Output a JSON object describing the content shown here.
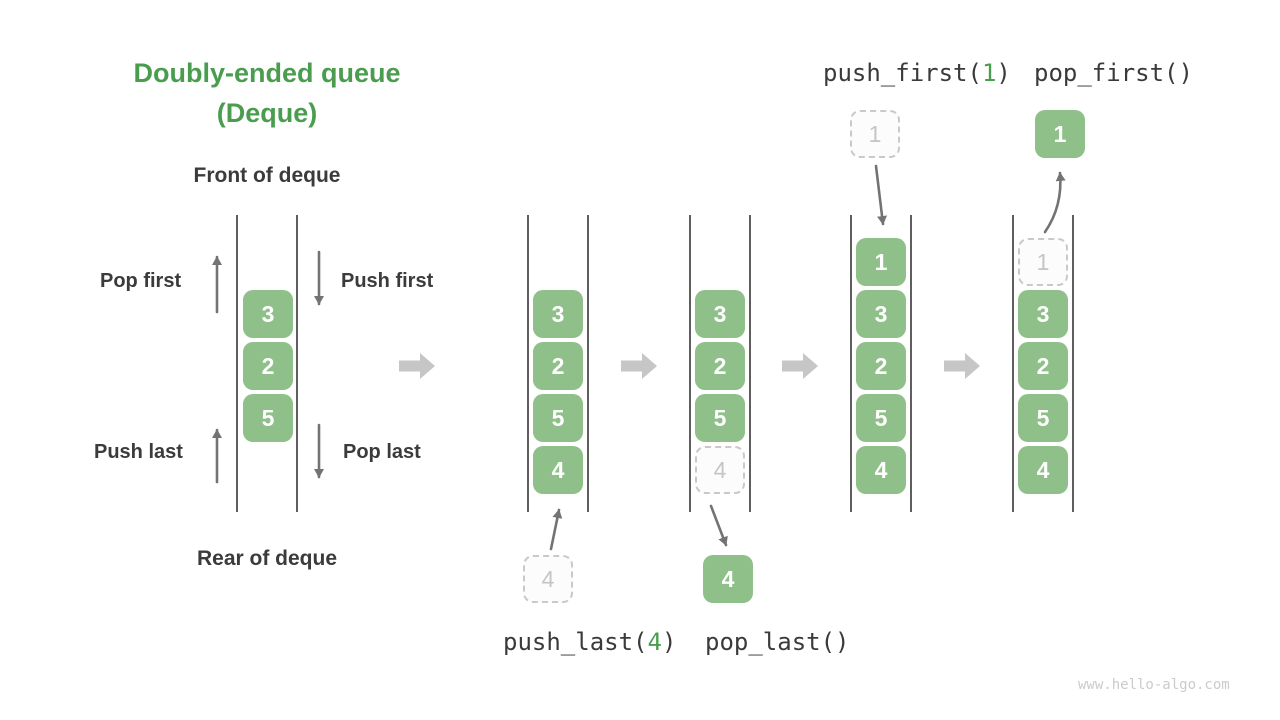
{
  "colors": {
    "green_box": "#8FC08A",
    "green_accent": "#4A9D4F",
    "dark_text": "#3B3B3B",
    "mono_text": "#3A3A3A",
    "line_color": "#4D4D4D",
    "small_arrow": "#737373",
    "fat_arrow": "#C6C6C6",
    "ghost_border": "#C9C9C9",
    "ghost_text": "#C5C5C5",
    "ghost_bg": "#FCFCFC",
    "watermark": "#CBCBCB"
  },
  "title": {
    "line1": "Doubly-ended queue",
    "line2": "(Deque)"
  },
  "labels": {
    "front": "Front of deque",
    "rear": "Rear of deque",
    "pop_first": "Pop first",
    "push_first": "Push first",
    "push_last": "Push last",
    "pop_last": "Pop last"
  },
  "operations": {
    "push_first": {
      "pre": "push_first(",
      "arg": "1",
      "post": ")"
    },
    "pop_first": {
      "pre": "pop_first()",
      "arg": "",
      "post": ""
    },
    "push_last": {
      "pre": "push_last(",
      "arg": "4",
      "post": ")"
    },
    "pop_last": {
      "pre": "pop_last()",
      "arg": "",
      "post": ""
    }
  },
  "deques": {
    "initial": [
      "3",
      "2",
      "5"
    ],
    "after_push_last": [
      "3",
      "2",
      "5",
      "4"
    ],
    "after_pop_last": {
      "solid": [
        "3",
        "2",
        "5"
      ],
      "ghost": "4"
    },
    "after_push_first": [
      "1",
      "3",
      "2",
      "5",
      "4"
    ],
    "after_pop_first": {
      "ghost": "1",
      "solid": [
        "3",
        "2",
        "5",
        "4"
      ]
    }
  },
  "floating": {
    "push_last_ghost": "4",
    "pop_last_result": "4",
    "push_first_ghost": "1",
    "pop_first_result": "1"
  },
  "watermark": "www.hello-algo.com"
}
